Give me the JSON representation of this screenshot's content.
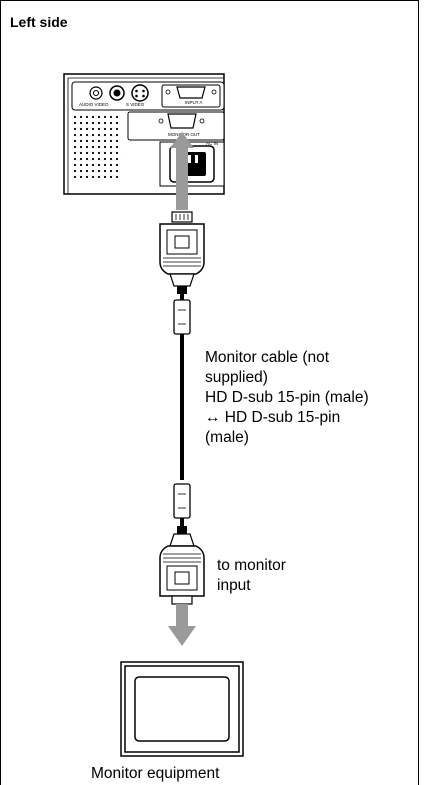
{
  "heading": "Left side",
  "device_labels": {
    "audio_video": "AUDIO VIDEO",
    "s_video": "S VIDEO",
    "input_a": "INPUT A",
    "monitor_out": "MONITOR OUT",
    "ac_in": "AC IN"
  },
  "cable_label": {
    "line1": "Monitor cable (not",
    "line2": "supplied)",
    "line3": "HD D-sub 15-pin (male)",
    "line4": "↔ HD D-sub 15-pin",
    "line5": "(male)"
  },
  "monitor_input_label": {
    "line1": "to monitor",
    "line2": "input"
  },
  "monitor_caption": "Monitor equipment",
  "colors": {
    "arrow": "#9a9a9a",
    "stroke": "#000000",
    "panel": "#ffffff"
  },
  "icons": [
    "rca-jack-icon",
    "s-video-jack-icon",
    "d-sub-port-icon",
    "power-inlet-icon",
    "d-sub-plug-icon",
    "ferrite-core-icon",
    "arrow-up-icon",
    "arrow-down-icon",
    "monitor-icon"
  ]
}
